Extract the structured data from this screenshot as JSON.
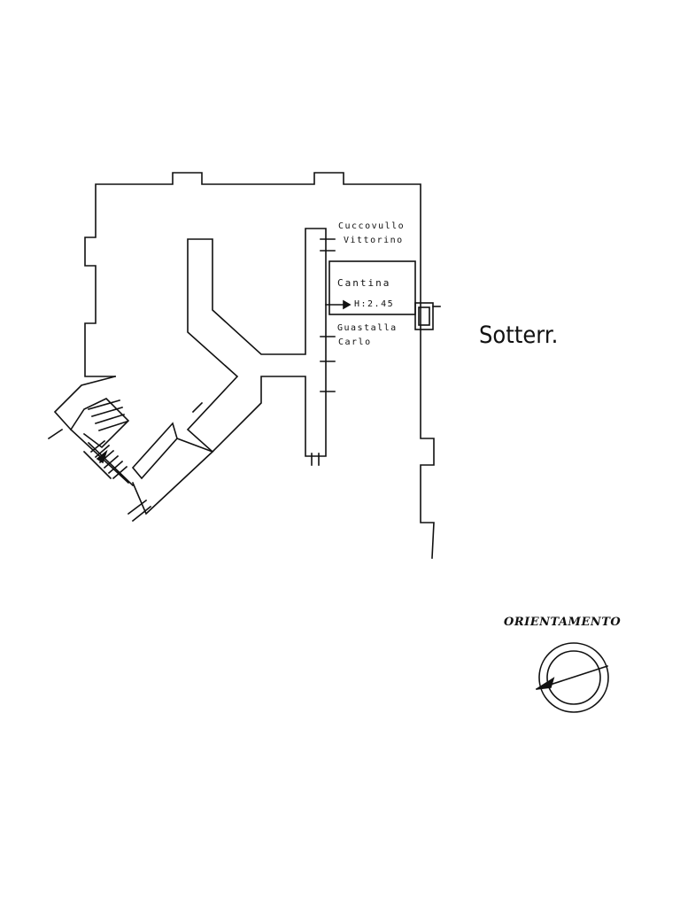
{
  "plan": {
    "floor_label": "Sotterr.",
    "unit": {
      "room_name": "Cantina",
      "height": "H:2.45"
    },
    "neighbors": {
      "north_line1": "Cuccovullo",
      "north_line2": "Vittorino",
      "south_line1": "Guastalla",
      "south_line2": "Carlo"
    },
    "orientation_label": "ORIENTAMENTO",
    "line_color": "#111111"
  }
}
